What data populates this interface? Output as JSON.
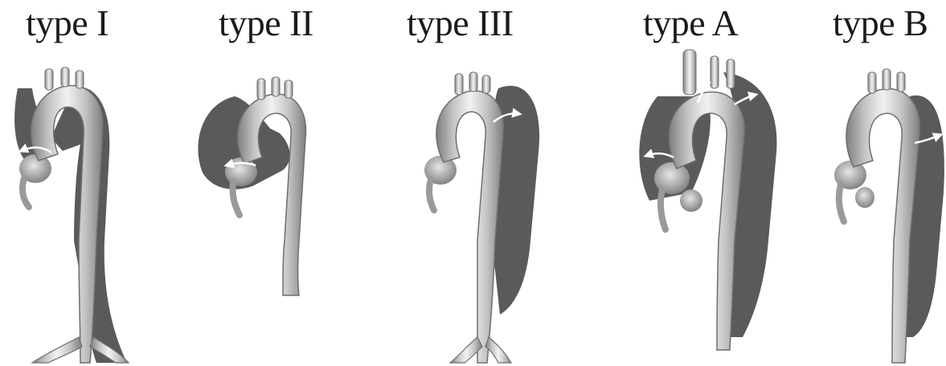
{
  "figure": {
    "panels": [
      {
        "id": "type-i",
        "label": "type I"
      },
      {
        "id": "type-ii",
        "label": "type II"
      },
      {
        "id": "type-iii",
        "label": "type III"
      },
      {
        "id": "type-a",
        "label": "type A"
      },
      {
        "id": "type-b",
        "label": "type B"
      }
    ],
    "colors": {
      "false_lumen": "#5a5a5a",
      "aorta_edge": "#8a8a8a",
      "aorta_mid": "#ebebeb",
      "entry_arrow": "#ffffff"
    }
  }
}
